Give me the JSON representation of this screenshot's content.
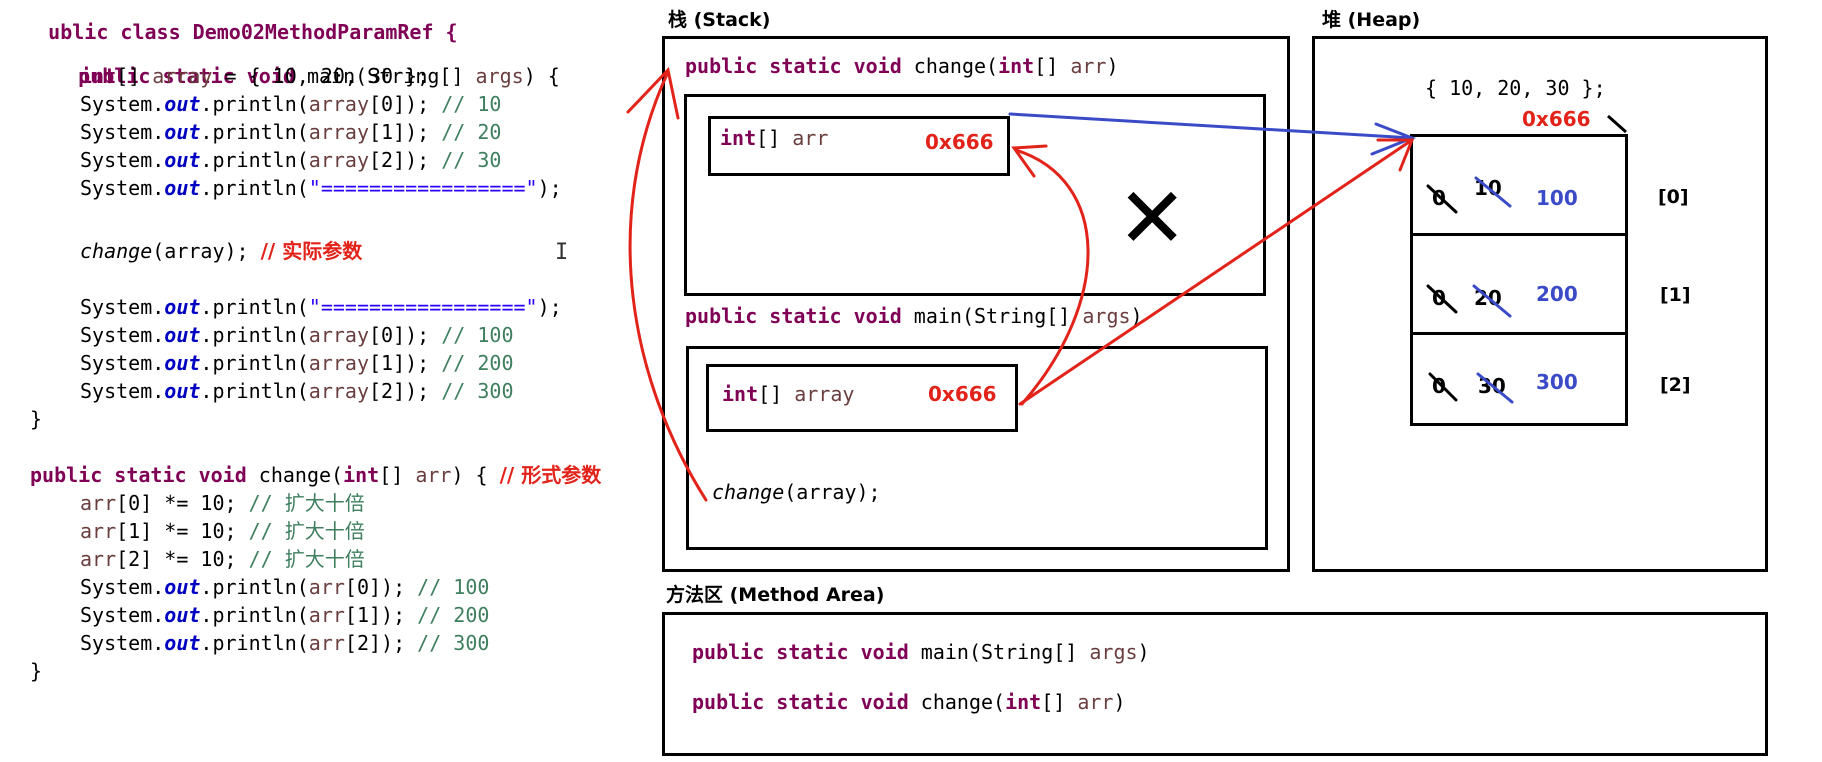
{
  "code": {
    "class_header": "ublic class Demo02MethodParamRef {",
    "main_sig": {
      "kw": "public static void",
      "name": " main(String[] ",
      "param": "args",
      "tail": ") {"
    },
    "main_lines": {
      "l1": {
        "kw": "int",
        "a": "[] ",
        "var": "array",
        "b": " = { 10, 20, 30 };"
      },
      "l2": {
        "pre": "System.",
        "field": "out",
        "mid": ".println(",
        "var": "array",
        "post": "[0]); ",
        "cmt": "// 10"
      },
      "l3": {
        "pre": "System.",
        "field": "out",
        "mid": ".println(",
        "var": "array",
        "post": "[1]); ",
        "cmt": "// 20"
      },
      "l4": {
        "pre": "System.",
        "field": "out",
        "mid": ".println(",
        "var": "array",
        "post": "[2]); ",
        "cmt": "// 30"
      },
      "l5": {
        "pre": "System.",
        "field": "out",
        "mid": ".println(",
        "str": "\"=================\"",
        "post": ");"
      },
      "l6": {
        "call": "change",
        "args": "(array);",
        "cmt": "// 实际参数"
      },
      "l7": {
        "pre": "System.",
        "field": "out",
        "mid": ".println(",
        "str": "\"=================\"",
        "post": ");"
      },
      "l8": {
        "pre": "System.",
        "field": "out",
        "mid": ".println(",
        "var": "array",
        "post": "[0]); ",
        "cmt": "// 100"
      },
      "l9": {
        "pre": "System.",
        "field": "out",
        "mid": ".println(",
        "var": "array",
        "post": "[1]); ",
        "cmt": "// 200"
      },
      "l10": {
        "pre": "System.",
        "field": "out",
        "mid": ".println(",
        "var": "array",
        "post": "[2]); ",
        "cmt": "// 300"
      }
    },
    "close1": "}",
    "change_sig": {
      "kw": "public static void",
      "name": " change(",
      "kw2": "int",
      "a": "[] ",
      "param": "arr",
      "tail": ") { ",
      "cmt": "// 形式参数"
    },
    "change_lines": {
      "c1": {
        "var": "arr",
        "a": "[0] *= 10; ",
        "cmt": "// 扩大十倍"
      },
      "c2": {
        "var": "arr",
        "a": "[1] *= 10; ",
        "cmt": "// 扩大十倍"
      },
      "c3": {
        "var": "arr",
        "a": "[2] *= 10; ",
        "cmt": "// 扩大十倍"
      },
      "c4": {
        "pre": "System.",
        "field": "out",
        "mid": ".println(",
        "var": "arr",
        "post": "[0]); ",
        "cmt": "// 100"
      },
      "c5": {
        "pre": "System.",
        "field": "out",
        "mid": ".println(",
        "var": "arr",
        "post": "[1]); ",
        "cmt": "// 200"
      },
      "c6": {
        "pre": "System.",
        "field": "out",
        "mid": ".println(",
        "var": "arr",
        "post": "[2]); ",
        "cmt": "// 300"
      }
    },
    "close2": "}"
  },
  "stack": {
    "title": "栈 (Stack)",
    "change_frame": {
      "kw": "public static void",
      "name": " change(",
      "kw2": "int",
      "a": "[] ",
      "param": "arr",
      "tail": ")"
    },
    "arr_var": {
      "kw": "int",
      "a": "[] ",
      "name": "arr",
      "addr": "0x666"
    },
    "cross": "✕",
    "main_frame": {
      "kw": "public static void",
      "name": " main(String[] ",
      "param": "args",
      "tail": ")"
    },
    "array_var": {
      "kw": "int",
      "a": "[] ",
      "name": "array",
      "addr": "0x666"
    },
    "call_text": {
      "call": "change",
      "args": "(array);"
    }
  },
  "heap": {
    "title": "堆 (Heap)",
    "literal": "{ 10, 20, 30 };",
    "address": "0x666",
    "cells": [
      {
        "zero": "0",
        "old": "10",
        "new": "100",
        "index": "[0]"
      },
      {
        "zero": "0",
        "old": "20",
        "new": "200",
        "index": "[1]"
      },
      {
        "zero": "0",
        "old": "30",
        "new": "300",
        "index": "[2]"
      }
    ]
  },
  "method_area": {
    "title": "方法区 (Method Area)",
    "line1": {
      "kw": "public static void",
      "name": " main(String[] ",
      "param": "args",
      "tail": ")"
    },
    "line2": {
      "kw": "public static void",
      "name": " change(",
      "kw2": "int",
      "a": "[] ",
      "param": "arr",
      "tail": ")"
    }
  },
  "colors": {
    "red": "#e2231a",
    "blue": "#3b4bc8",
    "keyword": "#7f0055",
    "comment": "#3f7f5f"
  }
}
